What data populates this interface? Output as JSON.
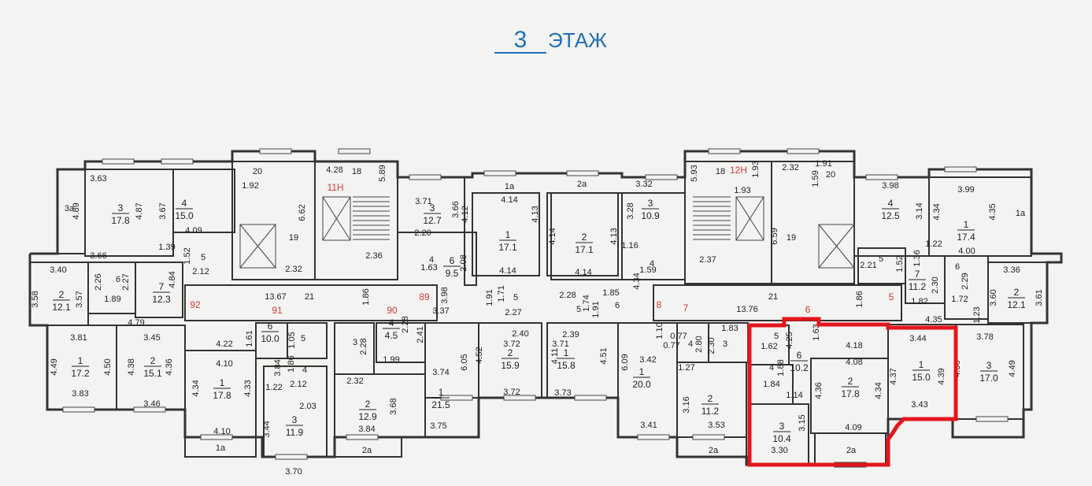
{
  "title": {
    "number": "3",
    "label": "ЭТАЖ"
  },
  "highlight_color": "#e3161d",
  "rooms": [
    {
      "num": "3",
      "area": "17.8"
    },
    {
      "num": "4",
      "area": "15.0"
    },
    {
      "num": "2",
      "area": "12.1"
    },
    {
      "num": "7",
      "area": "12.3"
    },
    {
      "num": "3",
      "area": "12.7"
    },
    {
      "num": "6",
      "area": "9.5"
    },
    {
      "num": "1",
      "area": "17.1"
    },
    {
      "num": "2",
      "area": "15.9"
    },
    {
      "num": "1",
      "area": "17.2"
    },
    {
      "num": "2",
      "area": "15.1"
    },
    {
      "num": "6",
      "area": "10.0"
    },
    {
      "num": "1",
      "area": "17.8"
    },
    {
      "num": "3",
      "area": "11.9"
    },
    {
      "num": "4",
      "area": "4.5"
    },
    {
      "num": "2",
      "area": "12.9"
    },
    {
      "num": "1",
      "area": "21.5"
    },
    {
      "num": "3",
      "area": "10.9"
    },
    {
      "num": "2",
      "area": "17.1"
    },
    {
      "num": "4",
      "area": "12.5"
    },
    {
      "num": "1",
      "area": "17.4"
    },
    {
      "num": "7",
      "area": "11.2"
    },
    {
      "num": "2",
      "area": "12.1"
    },
    {
      "num": "3",
      "area": "17.0"
    },
    {
      "num": "1",
      "area": "15.8"
    },
    {
      "num": "1",
      "area": "20.0"
    },
    {
      "num": "2",
      "area": "11.2"
    },
    {
      "num": "6",
      "area": "10.2"
    },
    {
      "num": "2",
      "area": "17.8"
    },
    {
      "num": "3",
      "area": "10.4"
    },
    {
      "num": "1",
      "area": "15.0"
    }
  ],
  "labels": [
    "3а",
    "3.63",
    "4.89",
    "4.87",
    "3.67",
    "4.09",
    "1.39",
    "3.66",
    "3.40",
    "3.58",
    "3.57",
    "6",
    "2.26",
    "2.27",
    "1.89",
    "4.84",
    "4.79",
    "5",
    "1.52",
    "2.12",
    "20",
    "1.92",
    "6.62",
    "19",
    "4.28",
    "18",
    "5.89",
    "2.36",
    "2.32",
    "13.67",
    "21",
    "1.86",
    "3.71",
    "3.66",
    "2.20",
    "4",
    "1.63",
    "2.08",
    "3.98",
    "3.37",
    "1а",
    "4.14",
    "4.12",
    "4.13",
    "4.14",
    "1.91",
    "5",
    "1.71",
    "2.27",
    "2.40",
    "3.72",
    "4.52",
    "3.72",
    "3.81",
    "4.49",
    "4.50",
    "3.83",
    "3.45",
    "4.38",
    "4.36",
    "3.46",
    "4.22",
    "1.61",
    "1.05",
    "5",
    "4.10",
    "3.84",
    "1.86",
    "4",
    "2.12",
    "1.22",
    "4.34",
    "4.33",
    "4.10",
    "2.03",
    "3.44",
    "3.70",
    "1а",
    "3",
    "2.28",
    "2.28",
    "2.41",
    "1.99",
    "2.32",
    "3.68",
    "3.84",
    "2а",
    "3.74",
    "6.05",
    "3.75",
    "2а",
    "3.32",
    "3.28",
    "4.14",
    "4.13",
    "1.16",
    "4.14",
    "4",
    "1.59",
    "5.93",
    "18",
    "1.93",
    "1.93",
    "2.32",
    "1.91",
    "20",
    "1.59",
    "6.59",
    "19",
    "2.37",
    "4.34",
    "1.85",
    "6",
    "2.28",
    "1.74",
    "5",
    "1.91",
    "2.39",
    "21",
    "13.76",
    "1.86",
    "1.82",
    "3.98",
    "3.14",
    "3.99",
    "4.34",
    "4.35",
    "4.00",
    "1а",
    "1.22",
    "5",
    "2.21",
    "1.52",
    "1.36",
    "2.30",
    "6",
    "2.29",
    "1.72",
    "3.36",
    "3.60",
    "3.61",
    "4.35",
    "1.23",
    "3.78",
    "4.50",
    "4.49",
    "1.10",
    "0.77",
    "0.77",
    "4",
    "2.80",
    "2.30",
    "3",
    "1.83",
    "1.27",
    "3.71",
    "4.11",
    "4.51",
    "3.73",
    "3.42",
    "6.09",
    "3.41",
    "3.16",
    "3.53",
    "2а",
    "5",
    "1.62",
    "4.25",
    "1.63",
    "4.18",
    "4",
    "1.88",
    "1.84",
    "1.14",
    "4.08",
    "4.36",
    "4.34",
    "3.15",
    "3.30",
    "4.09",
    "2а",
    "3.44",
    "4.37",
    "4.39",
    "3.43"
  ],
  "apartment_numbers": [
    "92",
    "91",
    "90",
    "89",
    "8",
    "7",
    "6",
    "5"
  ],
  "section_labels": [
    "11Н",
    "12Н"
  ]
}
